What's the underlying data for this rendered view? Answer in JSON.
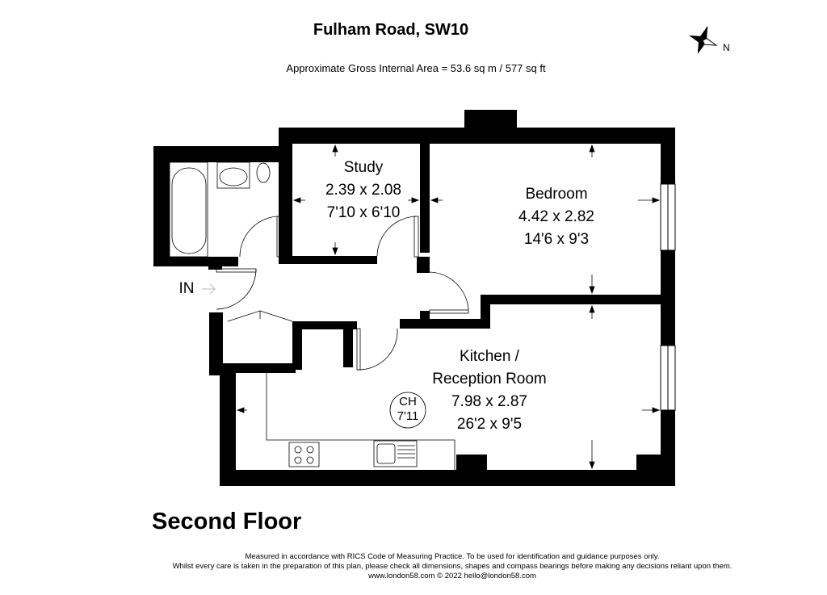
{
  "header": {
    "title": "Fulham Road, SW10",
    "subtitle": "Approximate Gross Internal Area = 53.6 sq m / 577 sq ft",
    "compass_label": "N"
  },
  "rooms": [
    {
      "name": "Study",
      "metric": "2.39 x 2.08",
      "imperial": "7'10 x 6'10"
    },
    {
      "name": "Bedroom",
      "metric": "4.42 x 2.82",
      "imperial": "14'6 x 9'3"
    },
    {
      "name": "Kitchen /",
      "name2": "Reception Room",
      "metric": "7.98 x 2.87",
      "imperial": "26'2 x 9'5"
    }
  ],
  "labels": {
    "entrance": "IN",
    "ch": "CH",
    "ch_height": "7'11"
  },
  "floor_label": "Second Floor",
  "footer": {
    "line1": "Measured in accordance with RICS Code of Measuring Practice. To be used for identification and guidance purposes only.",
    "line2": "Whilst every care is taken in the preparation of this plan, please check all dimensions, shapes and compass bearings before making any decisions reliant upon them.",
    "line3": "www.london58.com © 2022 hello@london58.com"
  }
}
